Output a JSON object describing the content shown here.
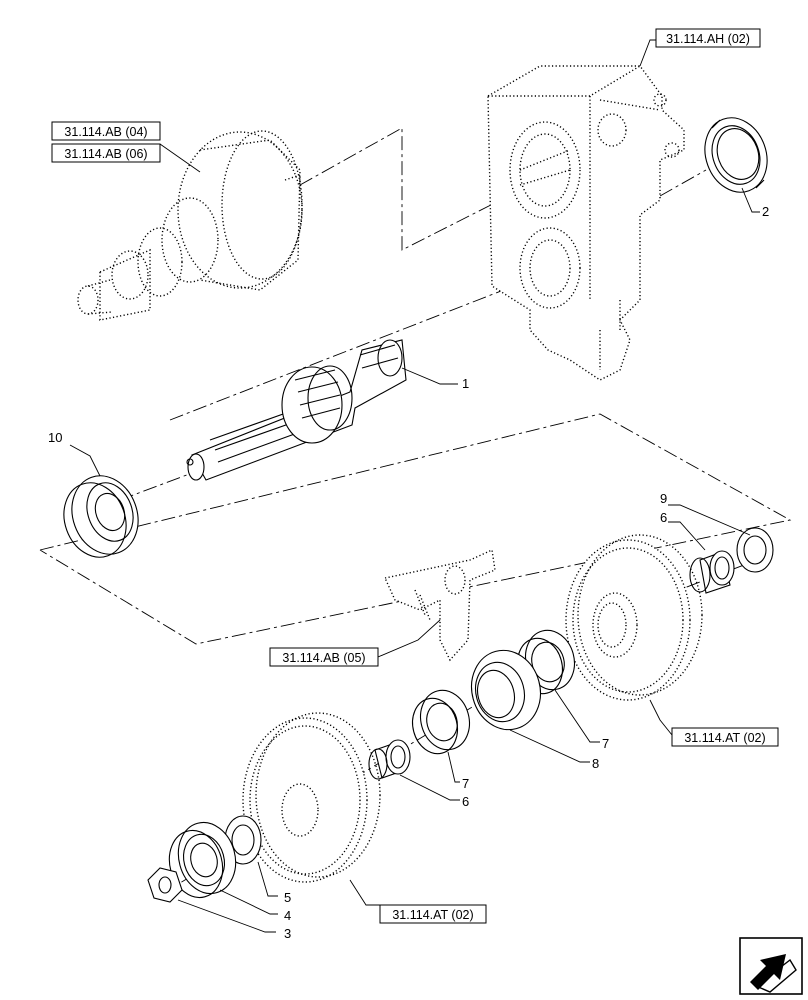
{
  "callouts": [
    {
      "id": "c1",
      "text": "1"
    },
    {
      "id": "c2",
      "text": "2"
    },
    {
      "id": "c3",
      "text": "3"
    },
    {
      "id": "c4",
      "text": "4"
    },
    {
      "id": "c5",
      "text": "5"
    },
    {
      "id": "c6a",
      "text": "6"
    },
    {
      "id": "c6b",
      "text": "6"
    },
    {
      "id": "c7a",
      "text": "7"
    },
    {
      "id": "c7b",
      "text": "7"
    },
    {
      "id": "c8",
      "text": "8"
    },
    {
      "id": "c9",
      "text": "9"
    },
    {
      "id": "c10",
      "text": "10"
    }
  ],
  "references": {
    "ah02": "31.114.AH (02)",
    "ab04": "31.114.AB (04)",
    "ab06": "31.114.AB (06)",
    "ab05": "31.114.AB (05)",
    "at02_right": "31.114.AT (02)",
    "at02_bottom": "31.114.AT (02)"
  },
  "icons": {
    "nav": "arrow-navigation-icon"
  }
}
